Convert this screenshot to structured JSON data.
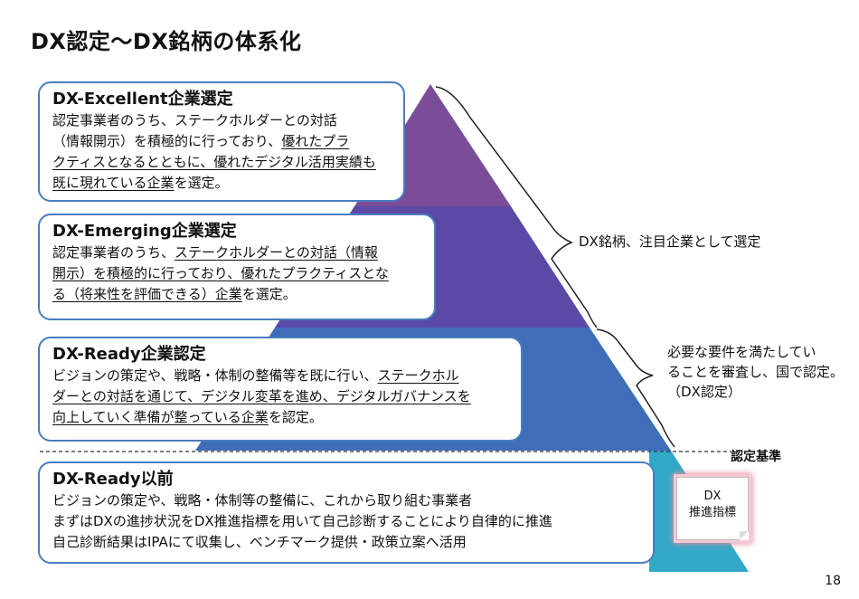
{
  "title": "DX認定〜DX銘柄の体系化",
  "tiers": [
    {
      "title": "DX-Excellent企業選定",
      "lines": [
        [
          {
            "t": "認定事業者のうち、ステークホルダーとの対話",
            "u": false
          }
        ],
        [
          {
            "t": "（情報開示）を積極的に行っており、",
            "u": false
          },
          {
            "t": "優れたプラ",
            "u": true
          }
        ],
        [
          {
            "t": "クティスとなるとともに、優れたデジタル活用実績も",
            "u": true
          }
        ],
        [
          {
            "t": "既に現れている企業",
            "u": true
          },
          {
            "t": "を選定。",
            "u": false
          }
        ]
      ]
    },
    {
      "title": "DX-Emerging企業選定",
      "lines": [
        [
          {
            "t": "認定事業者のうち、",
            "u": false
          },
          {
            "t": "ステークホルダーとの対話（情報",
            "u": true
          }
        ],
        [
          {
            "t": "開示）を積極的に行っており、優れたプラクティスとな",
            "u": true
          }
        ],
        [
          {
            "t": "る（将来性を評価できる）企業",
            "u": true
          },
          {
            "t": "を選定。",
            "u": false
          }
        ]
      ]
    },
    {
      "title": "DX-Ready企業認定",
      "lines": [
        [
          {
            "t": "ビジョンの策定や、戦略・体制の整備等を既に行い、",
            "u": false
          },
          {
            "t": "ステークホル",
            "u": true
          }
        ],
        [
          {
            "t": "ダーとの対話を通じて、デジタル変革を進め、デジタルガバナンスを",
            "u": true
          }
        ],
        [
          {
            "t": "向上していく準備が整っている企業",
            "u": true
          },
          {
            "t": "を認定。",
            "u": false
          }
        ]
      ]
    },
    {
      "title": "DX-Ready以前",
      "lines": [
        [
          {
            "t": "ビジョンの策定や、戦略・体制等の整備に、これから取り組む事業者",
            "u": false
          }
        ],
        [
          {
            "t": "まずはDXの進捗状況をDX推進指標を用いて自己診断することにより自律的に推進",
            "u": false
          }
        ],
        [
          {
            "t": "自己診断結果はIPAにて収集し、ベンチマーク提供・政策立案へ活用",
            "u": false
          }
        ]
      ]
    }
  ],
  "side_labels": {
    "meigara": "DX銘柄、注目企業として選定",
    "nintei_line1": "必要な要件を満たしてい",
    "nintei_line2": "ることを審査し、国で認定。",
    "nintei_line3": "（DX認定）"
  },
  "criteria_label": "認定基準",
  "note": {
    "line1": "DX",
    "line2": "推進指標"
  },
  "page_number": "18",
  "colors": {
    "tier_excellent": "#7a4d99",
    "tier_emerging": "#5a4aa6",
    "tier_ready": "#3f6db8",
    "tier_base": "#31a8c7",
    "box_border": "#4a7dbf"
  }
}
